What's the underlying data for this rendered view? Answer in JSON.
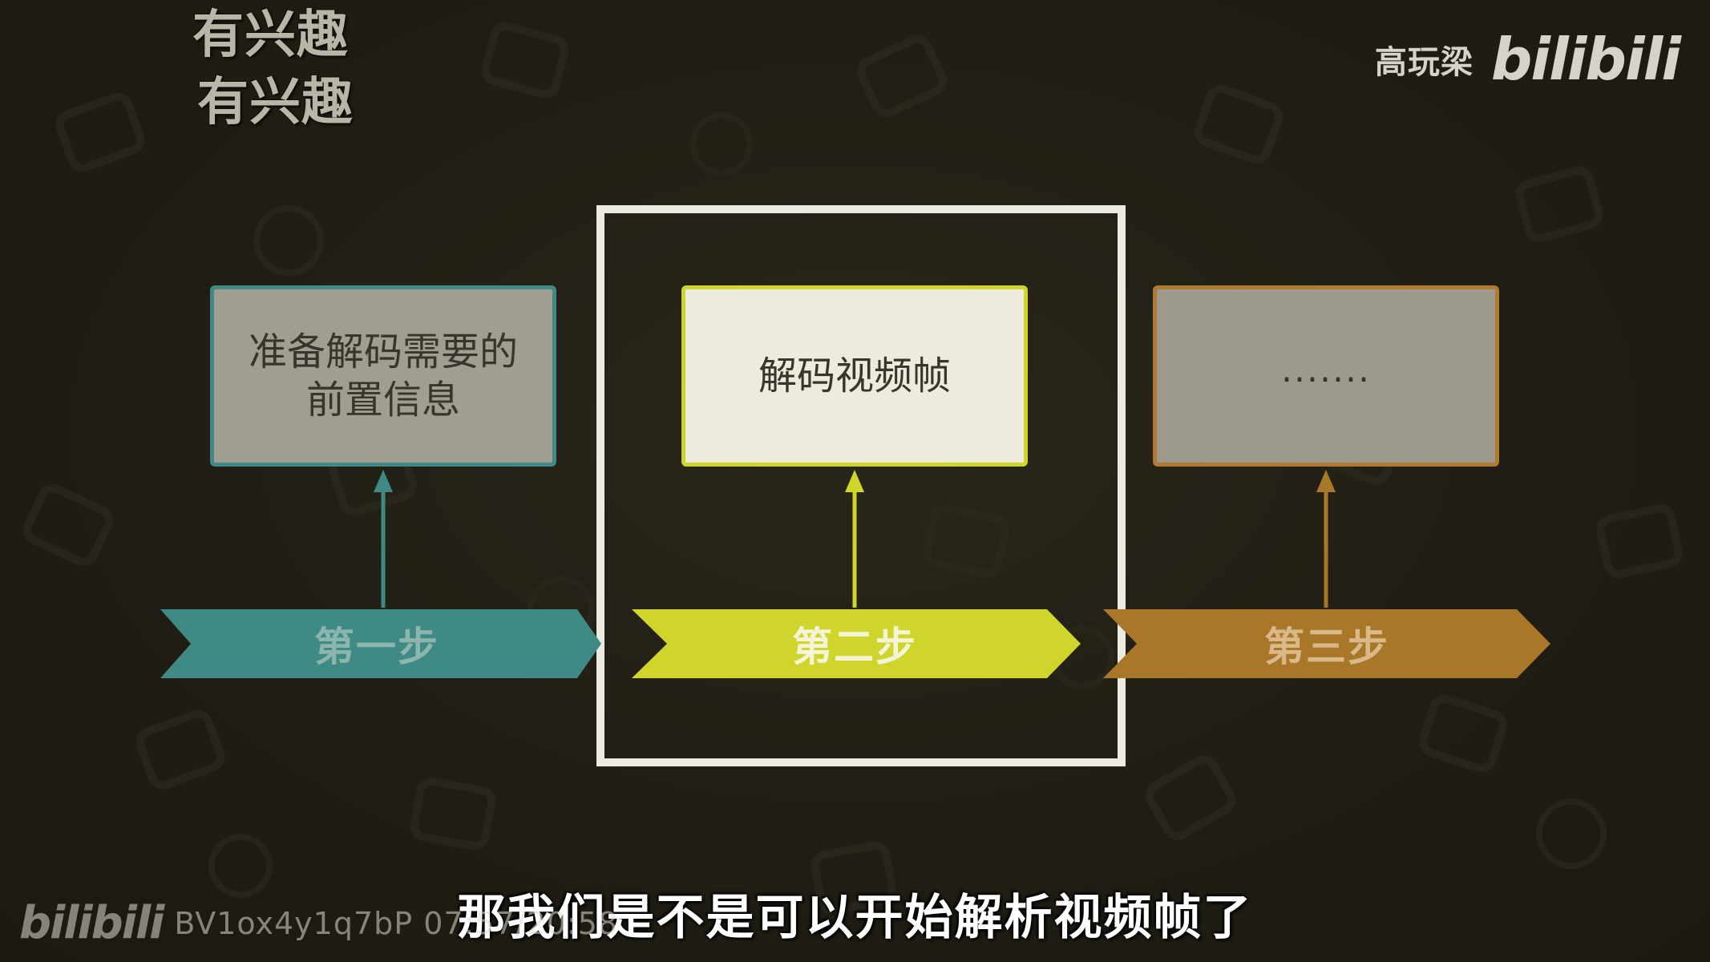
{
  "danmaku": [
    "有兴趣",
    "有兴趣"
  ],
  "watermark_top": {
    "uploader": "高玩梁",
    "logo": "bilibili"
  },
  "steps": [
    {
      "label": "第一步",
      "box_lines": [
        "准备解码需要的",
        "前置信息"
      ],
      "color": "#3f8a84",
      "box_fill": "#a19d90"
    },
    {
      "label": "第二步",
      "box_lines": [
        "解码视频帧"
      ],
      "color": "#cfd52a",
      "box_fill": "#ecebdd"
    },
    {
      "label": "第三步",
      "box_lines": [
        "......."
      ],
      "color": "#a97728",
      "box_fill": "#9d9a8d"
    }
  ],
  "subtitle": "那我们是不是可以开始解析视频帧了",
  "watermark_bottom": {
    "logo": "bilibili",
    "video_info": "BV1ox4y1q7bP 07:57/20:58"
  },
  "colors": {
    "background": "#211e14",
    "focus_frame": "#ecebe1"
  }
}
